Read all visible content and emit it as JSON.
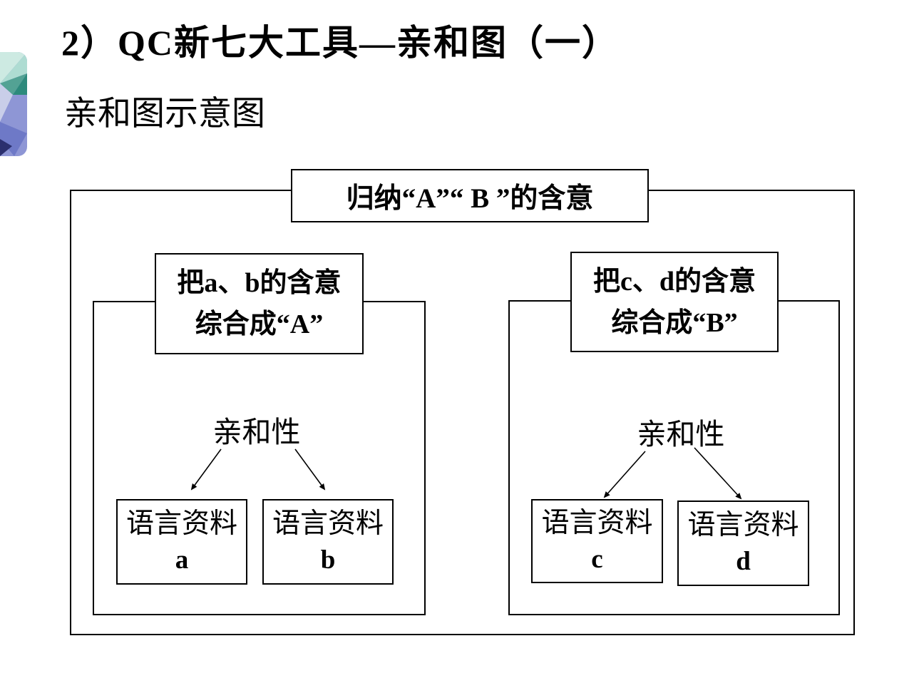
{
  "slide": {
    "title": "2）QC新七大工具—亲和图（一）",
    "subtitle": "亲和图示意图"
  },
  "diagram": {
    "root_label": "归纳“A”“ B ”的含意",
    "left": {
      "summary_line1": "把a、b的含意",
      "summary_line2": "综合成“A”",
      "affinity": "亲和性",
      "items": [
        {
          "title": "语言资料",
          "letter": "a"
        },
        {
          "title": "语言资料",
          "letter": "b"
        }
      ]
    },
    "right": {
      "summary_line1": "把c、d的含意",
      "summary_line2": "综合成“B”",
      "affinity": "亲和性",
      "items": [
        {
          "title": "语言资料",
          "letter": "c"
        },
        {
          "title": "语言资料",
          "letter": "d"
        }
      ]
    },
    "colors": {
      "line": "#000000",
      "box_fill": "#ffffff",
      "text": "#000000"
    }
  },
  "decoration": {
    "palette": [
      "#cdeae2",
      "#aedcd2",
      "#53a294",
      "#2d8a7c",
      "#c9cee9",
      "#8e96d5",
      "#6e79c7",
      "#2b2f6e"
    ]
  }
}
